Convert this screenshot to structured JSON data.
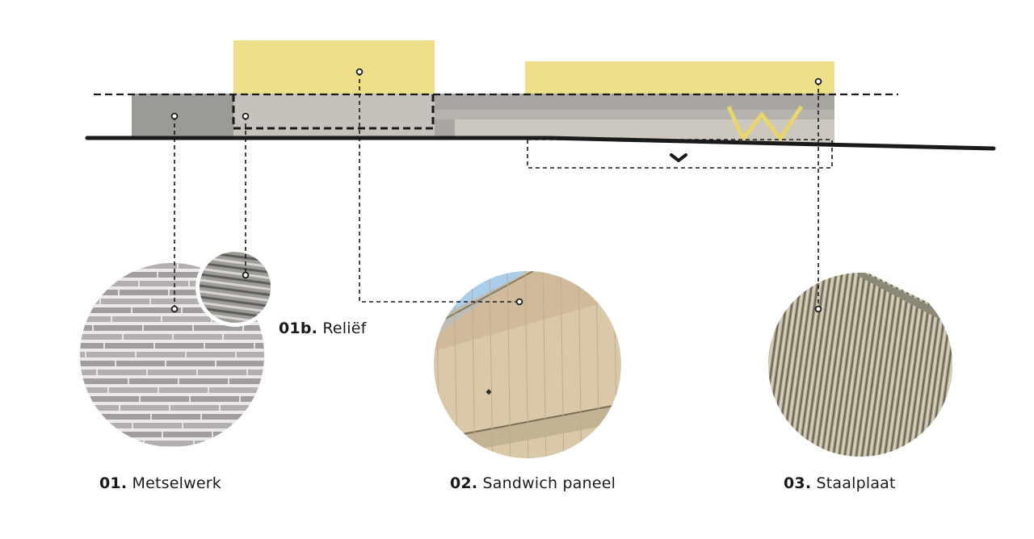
{
  "colors": {
    "yellow": "#eedf8a",
    "brick_dark": "#9a9a96",
    "relief": "#c6c2bb",
    "steel_top": "#b7b3ad",
    "steel_band": "#a7a39e",
    "sandwich_light": "#ccc7bf",
    "ground": "#1a1a1a",
    "logo": "#e8d66c"
  },
  "materials": [
    {
      "number": "01.",
      "name": "Metselwerk",
      "texture": "brick-texture"
    },
    {
      "number": "01b.",
      "name": "Reliëf",
      "texture": "relief-brick-texture"
    },
    {
      "number": "02.",
      "name": "Sandwich paneel",
      "texture": "sandwich-panel-texture"
    },
    {
      "number": "03.",
      "name": "Staalplaat",
      "texture": "corrugated-steel-texture"
    }
  ],
  "icons": {
    "entrance_marker": "chevron-down-icon",
    "logo": "w-logo-icon"
  }
}
